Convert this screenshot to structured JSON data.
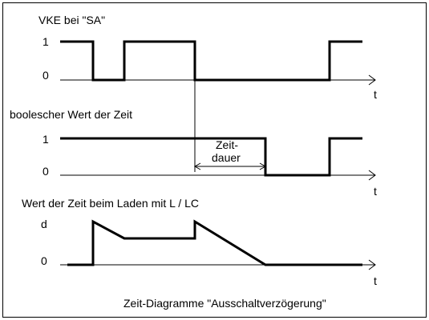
{
  "panels": [
    {
      "label": "VKE bei \"SA\"",
      "high_label": "1",
      "low_label": "0",
      "axis_label": "t"
    },
    {
      "label": "boolescher Wert der Zeit",
      "high_label": "1",
      "low_label": "0",
      "axis_label": "t",
      "annotation_line1": "Zeit-",
      "annotation_line2": "dauer"
    },
    {
      "label": "Wert der Zeit beim Laden mit L / LC",
      "high_label": "d",
      "low_label": "0",
      "axis_label": "t"
    }
  ],
  "caption": "Zeit-Diagramme  \"Ausschaltverzögerung\""
}
